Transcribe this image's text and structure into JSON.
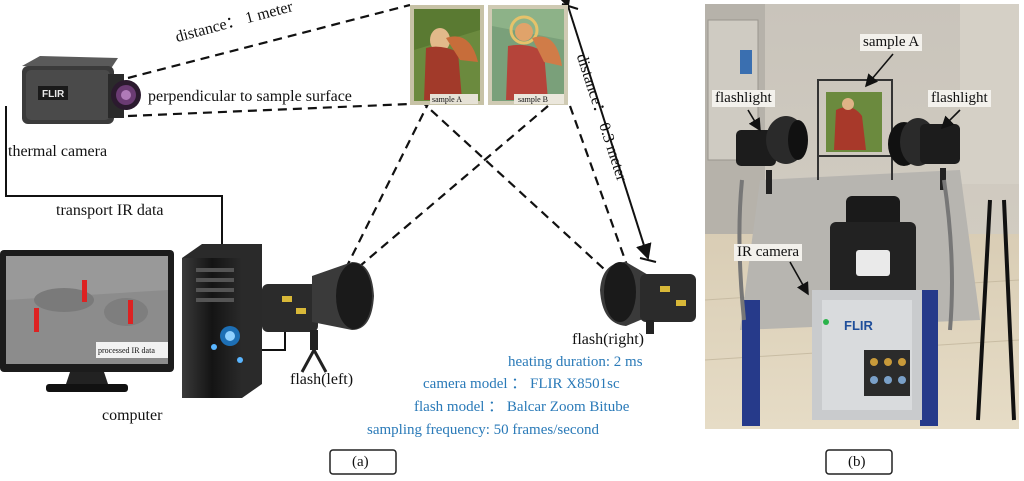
{
  "panel_a": {
    "caption": "(a)",
    "labels": {
      "distance_1m": "distance： 1 meter",
      "perpendicular": "perpendicular to sample surface",
      "thermal_camera": "thermal camera",
      "transport_ir": "transport IR data",
      "distance_03m": "distance： 0.3 meter",
      "sample_a_tag": "sample A",
      "sample_b_tag": "sample B",
      "processed_ir": "processed IR data",
      "computer": "computer",
      "flash_left": "flash(left)",
      "flash_right": "flash(right)",
      "camera_brand": "FLIR"
    },
    "specs": [
      "heating duration: 2 ms",
      "camera model ： FLIR X8501sc",
      "flash model ：   Balcar Zoom Bitube",
      "sampling frequency: 50 frames/second"
    ]
  },
  "panel_b": {
    "caption": "(b)",
    "labels": {
      "sample_a": "sample A",
      "flashlight_left": "flashlight",
      "flashlight_right": "flashlight",
      "ir_camera": "IR camera",
      "camera_brand": "FLIR"
    }
  },
  "colors": {
    "spec_text": "#2a7ab8",
    "line": "#111111"
  }
}
